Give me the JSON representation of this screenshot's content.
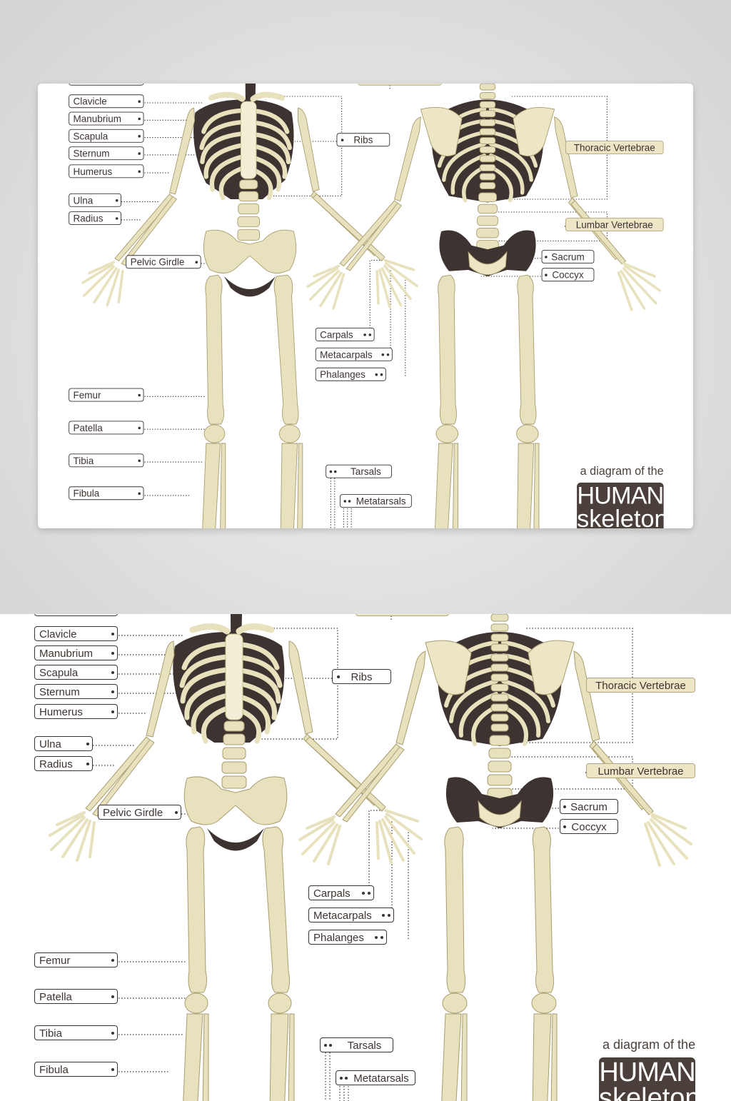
{
  "caption": {
    "line1": "a diagram of the",
    "line2": "HUMAN",
    "line3": "skeleton"
  },
  "labels": {
    "clavicle": "Clavicle",
    "manubrium": "Manubrium",
    "scapula": "Scapula",
    "sternum": "Sternum",
    "humerus": "Humerus",
    "ulna": "Ulna",
    "radius": "Radius",
    "pelvic_girdle": "Pelvic Girdle",
    "femur": "Femur",
    "patella": "Patella",
    "tibia": "Tibia",
    "fibula": "Fibula",
    "ribs": "Ribs",
    "carpals": "Carpals",
    "metacarpals": "Metacarpals",
    "phalanges": "Phalanges",
    "tarsals": "Tarsals",
    "metatarsals": "Metatarsals",
    "thoracic_vertebrae": "Thoracic Vertebrae",
    "lumbar_vertebrae": "Lumbar Vertebrae",
    "sacrum": "Sacrum",
    "coccyx": "Coccyx"
  },
  "colors": {
    "bone": "#e8e1bd",
    "bone_shadow": "#c9bf8d",
    "dark": "#3d3330",
    "tan_label": "#ece5c6"
  }
}
